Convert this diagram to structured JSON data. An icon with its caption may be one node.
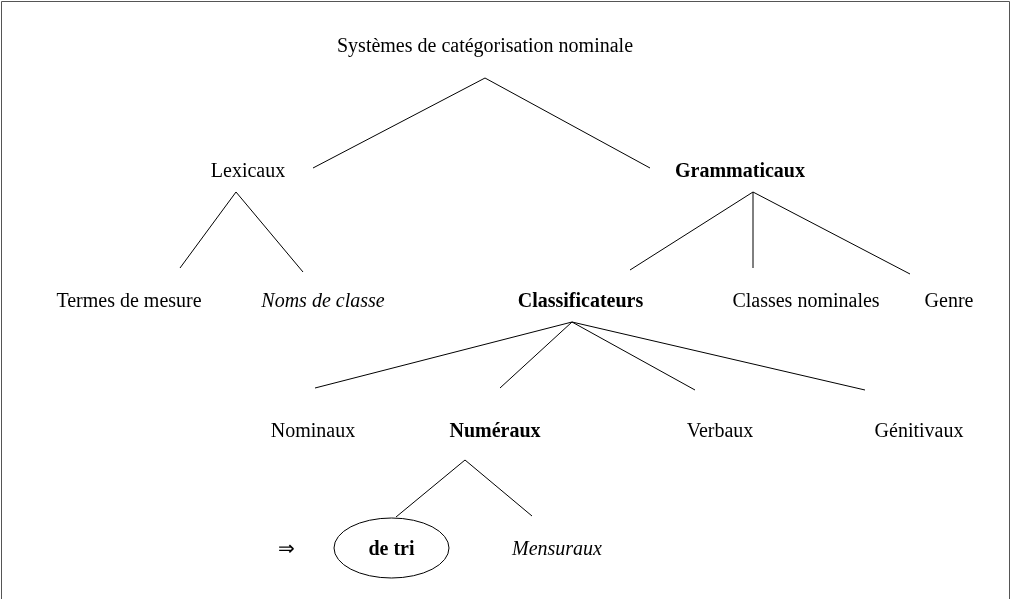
{
  "diagram": {
    "nodes": [
      {
        "text": [
          "Systèmes de catégorisation nominale"
        ]
      },
      {
        "text": [
          "Lexicaux"
        ]
      },
      {
        "text": [
          "Grammaticaux"
        ]
      },
      {
        "text": [
          "Termes de mesure"
        ]
      },
      {
        "text": [
          "Noms de classe"
        ]
      },
      {
        "text": [
          "Classificateurs"
        ]
      },
      {
        "text": [
          "Classes nominales"
        ]
      },
      {
        "text": [
          "Genre"
        ]
      },
      {
        "text": [
          "Nominaux"
        ]
      },
      {
        "text": [
          "Numéraux"
        ]
      },
      {
        "text": [
          "Verbaux"
        ]
      },
      {
        "text": [
          "Génitivaux"
        ]
      },
      {
        "text": [
          "de tri"
        ]
      },
      {
        "text": [
          "Mensuraux"
        ]
      }
    ],
    "edges": [
      {
        "from": 0,
        "to": 1,
        "arrow": "none"
      },
      {
        "from": 0,
        "to": 2,
        "arrow": "none"
      },
      {
        "from": 1,
        "to": 3,
        "arrow": "none"
      },
      {
        "from": 1,
        "to": 4,
        "arrow": "none"
      },
      {
        "from": 2,
        "to": 5,
        "arrow": "none"
      },
      {
        "from": 2,
        "to": 6,
        "arrow": "none"
      },
      {
        "from": 2,
        "to": 7,
        "arrow": "none"
      },
      {
        "from": 5,
        "to": 8,
        "arrow": "none"
      },
      {
        "from": 5,
        "to": 9,
        "arrow": "none"
      },
      {
        "from": 5,
        "to": 10,
        "arrow": "none"
      },
      {
        "from": 5,
        "to": 11,
        "arrow": "none"
      },
      {
        "from": 9,
        "to": 12,
        "arrow": "none"
      },
      {
        "from": 9,
        "to": 13,
        "arrow": "none"
      }
    ],
    "labels": [
      "⇒"
    ]
  }
}
